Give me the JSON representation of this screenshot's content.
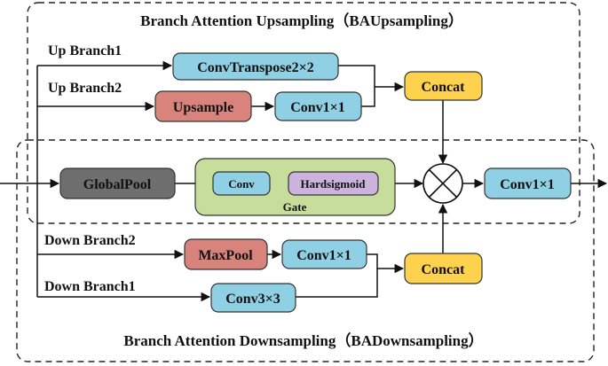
{
  "titles": {
    "upsampling": "Branch Attention Upsampling（BAUpsampling）",
    "downsampling": "Branch Attention Downsampling（BADownsampling）"
  },
  "branches": {
    "up1": "Up Branch1",
    "up2": "Up Branch2",
    "down2": "Down Branch2",
    "down1": "Down Branch1"
  },
  "nodes": {
    "conv_transpose": "ConvTranspose2×2",
    "upsample": "Upsample",
    "conv1x1_up": "Conv1×1",
    "concat_up": "Concat",
    "global_pool": "GlobalPool",
    "conv": "Conv",
    "hardsigmoid": "Hardsigmoid",
    "gate": "Gate",
    "conv1x1_out": "Conv1×1",
    "maxpool": "MaxPool",
    "conv1x1_down": "Conv1×1",
    "conv3x3": "Conv3×3",
    "concat_down": "Concat"
  },
  "colors": {
    "blue": "#8fd0e4",
    "red": "#d8847c",
    "yellow": "#ffd24d",
    "gray": "#6e6e6e",
    "purple": "#cbb3dd",
    "green": "#c6dd9b",
    "border": "#222222"
  }
}
